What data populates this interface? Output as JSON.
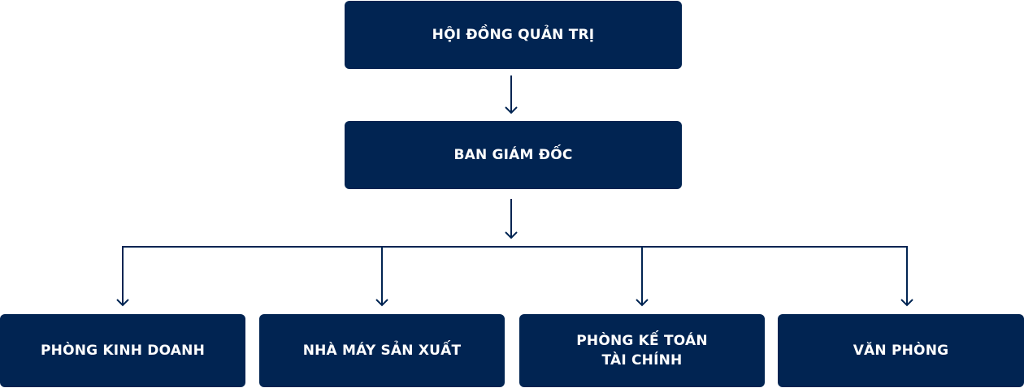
{
  "colors": {
    "box": "#012452",
    "line": "#012452",
    "text": "#ffffff"
  },
  "nodes": {
    "board": "HỘI ĐỒNG QUẢN TRỊ",
    "management": "BAN GIÁM ĐỐC",
    "departments": [
      "PHÒNG KINH DOANH",
      "NHÀ MÁY SẢN XUẤT",
      "PHÒNG KẾ TOÁN\nTÀI CHÍNH",
      "VĂN PHÒNG"
    ]
  }
}
